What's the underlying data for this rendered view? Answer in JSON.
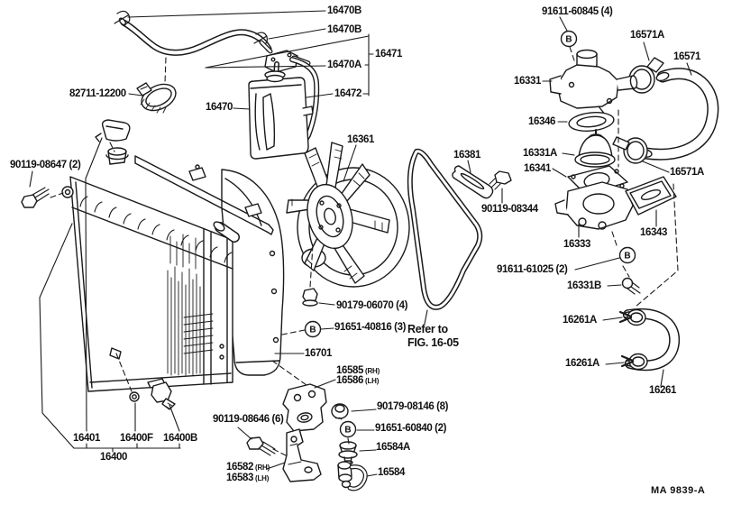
{
  "figure": {
    "footer_code": "MA 9839-A",
    "note_line1": "Refer to",
    "note_line2": "FIG. 16-05",
    "bolt_symbol": "B"
  },
  "labels": [
    {
      "text": "16470B"
    },
    {
      "text": "16470B"
    },
    {
      "text": "16471"
    },
    {
      "text": "16470A"
    },
    {
      "text": "16472"
    },
    {
      "text": "82711-12200"
    },
    {
      "text": "16470"
    },
    {
      "text": "90119-08647 (2)"
    },
    {
      "text": "16361"
    },
    {
      "text": "16381"
    },
    {
      "text": "90119-08344"
    },
    {
      "text": "91611-60845 (4)"
    },
    {
      "text": "16331"
    },
    {
      "text": "16571A"
    },
    {
      "text": "16571"
    },
    {
      "text": "16346"
    },
    {
      "text": "16331A"
    },
    {
      "text": "16341"
    },
    {
      "text": "16571A"
    },
    {
      "text": "16333"
    },
    {
      "text": "16343"
    },
    {
      "text": "91611-61025 (2)"
    },
    {
      "text": "16331B"
    },
    {
      "text": "16261A"
    },
    {
      "text": "16261A"
    },
    {
      "text": "16261"
    },
    {
      "text": "90179-06070 (4)"
    },
    {
      "text": "91651-40816 (3)"
    },
    {
      "text": "16701"
    },
    {
      "text": "16585",
      "suffix": "(RH)"
    },
    {
      "text": "16586",
      "suffix": "(LH)"
    },
    {
      "text": "90179-08146 (8)"
    },
    {
      "text": "91651-60840 (2)"
    },
    {
      "text": "16584A"
    },
    {
      "text": "16584"
    },
    {
      "text": "90119-08646 (6)"
    },
    {
      "text": "16582",
      "suffix": "(RH)"
    },
    {
      "text": "16583",
      "suffix": "(LH)"
    },
    {
      "text": "16401"
    },
    {
      "text": "16400F"
    },
    {
      "text": "16400B"
    },
    {
      "text": "16400"
    }
  ]
}
